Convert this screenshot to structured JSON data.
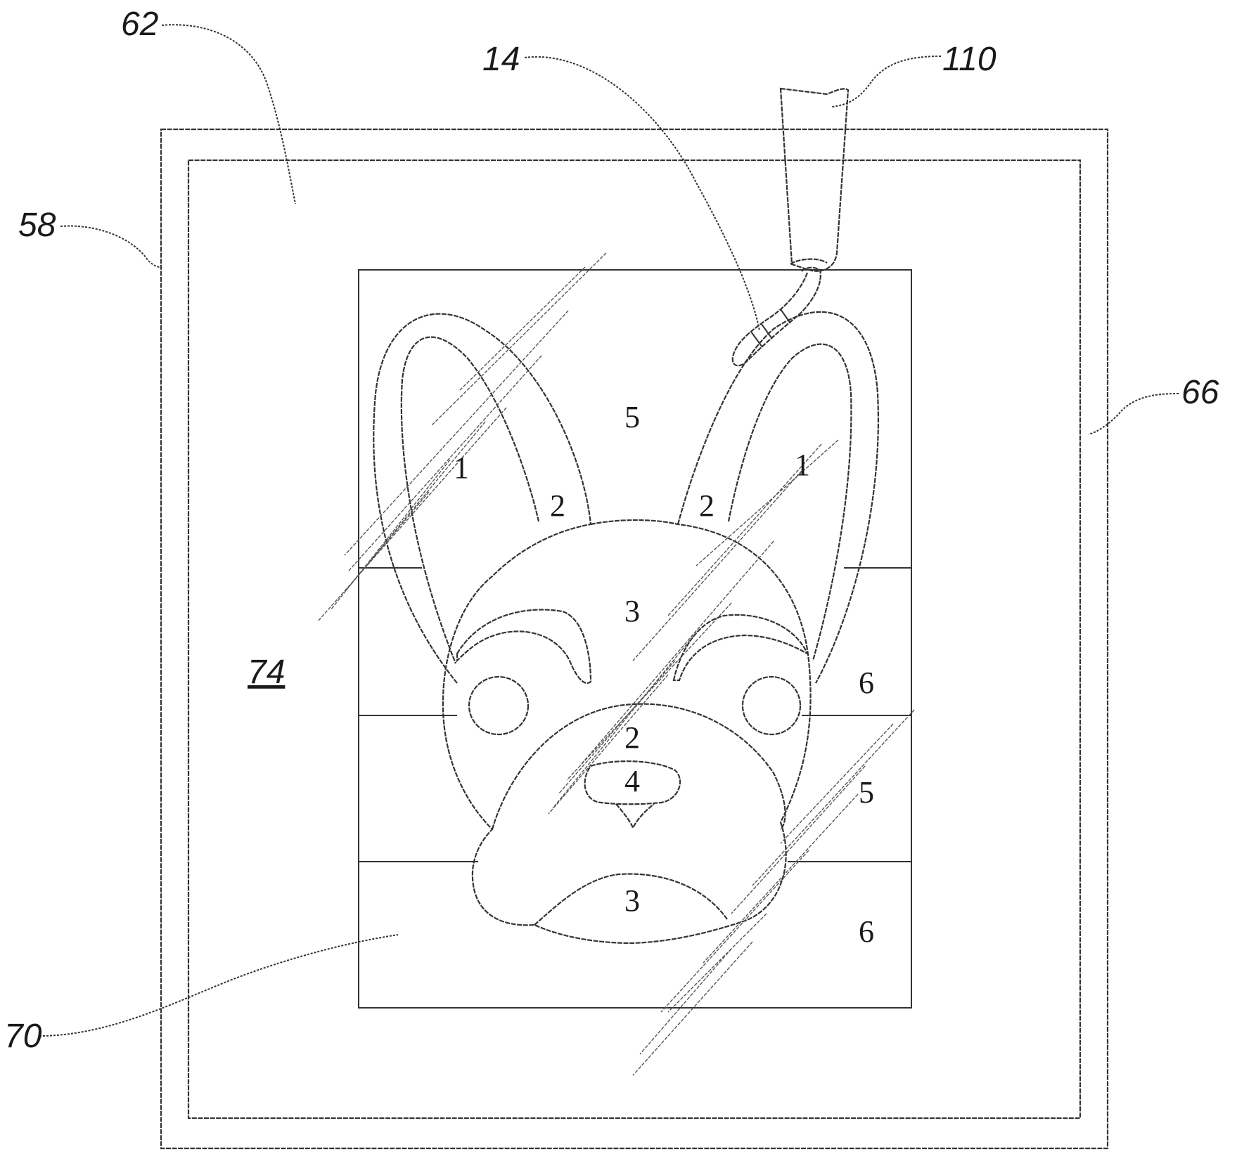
{
  "labels": {
    "ref_58": "58",
    "ref_62": "62",
    "ref_14": "14",
    "ref_110": "110",
    "ref_66": "66",
    "ref_70": "70",
    "ref_74": "74"
  },
  "regions": {
    "ear_left_inner": "1",
    "ear_right_inner": "1",
    "ear_left_rim": "2",
    "ear_right_rim": "2",
    "background_top": "5",
    "head": "3",
    "bg_right_middle": "6",
    "muzzle_top": "2",
    "nose": "4",
    "bg_right_lower": "5",
    "mouth": "3",
    "bg_right_bottom": "6"
  }
}
